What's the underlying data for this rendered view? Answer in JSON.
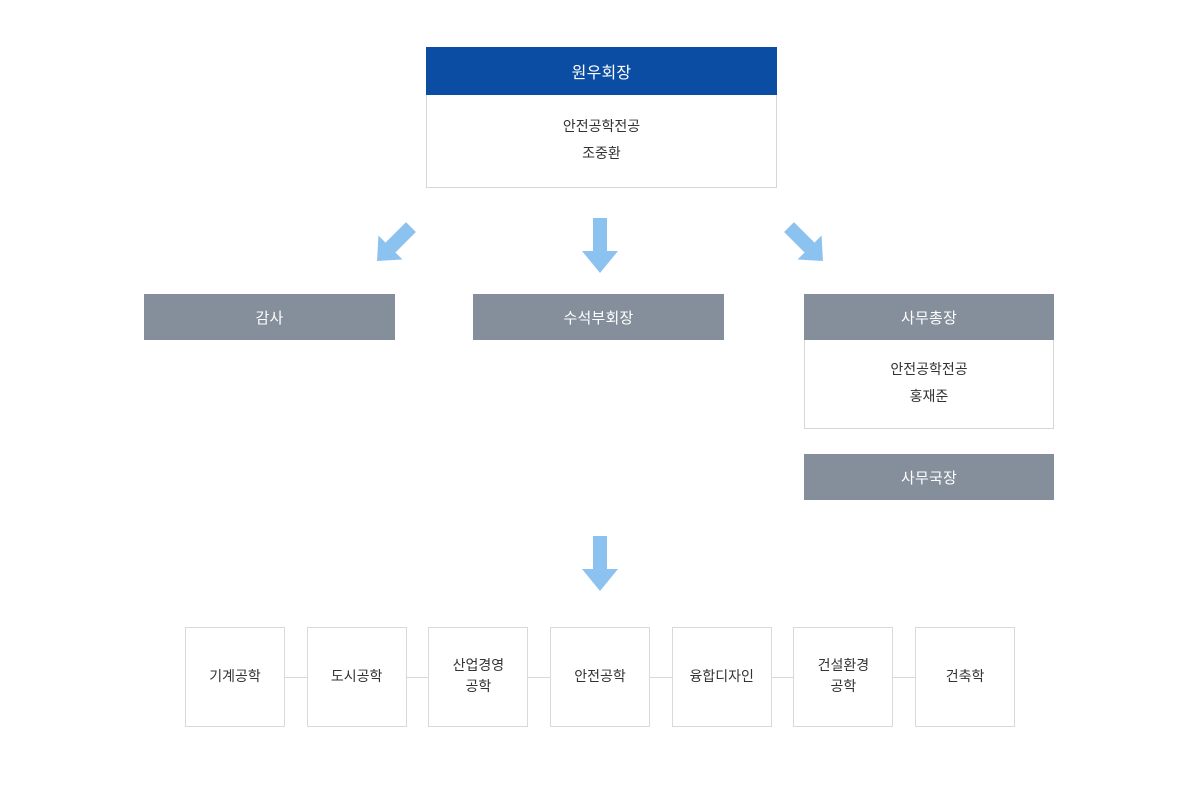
{
  "chart": {
    "type": "org-chart",
    "title": "",
    "colors": {
      "header_blue": "#0b4da2",
      "header_gray": "#848f9b",
      "arrow_blue": "#8cc2ef",
      "box_border": "#d9d9d9",
      "background": "#ffffff",
      "text": "#333333",
      "header_text": "#ffffff"
    }
  },
  "nodes": {
    "chair": {
      "title": "원우회장",
      "major": "안전공학전공",
      "name": "조중환"
    },
    "auditor": {
      "title": "감사"
    },
    "vice_chair": {
      "title": "수석부회장"
    },
    "secretary_general": {
      "title": "사무총장",
      "major": "안전공학전공",
      "name": "홍재준"
    },
    "office_director": {
      "title": "사무국장"
    }
  },
  "arrows": [
    {
      "name": "arrow-down-left",
      "direction": "down-left"
    },
    {
      "name": "arrow-down-mid",
      "direction": "down"
    },
    {
      "name": "arrow-down-right",
      "direction": "down-right"
    },
    {
      "name": "arrow-down-bottom",
      "direction": "down"
    }
  ],
  "majors": [
    {
      "label": "기계공학"
    },
    {
      "label": "도시공학"
    },
    {
      "label": "산업경영\n공학"
    },
    {
      "label": "안전공학"
    },
    {
      "label": "융합디자인"
    },
    {
      "label": "건설환경\n공학"
    },
    {
      "label": "건축학"
    }
  ]
}
